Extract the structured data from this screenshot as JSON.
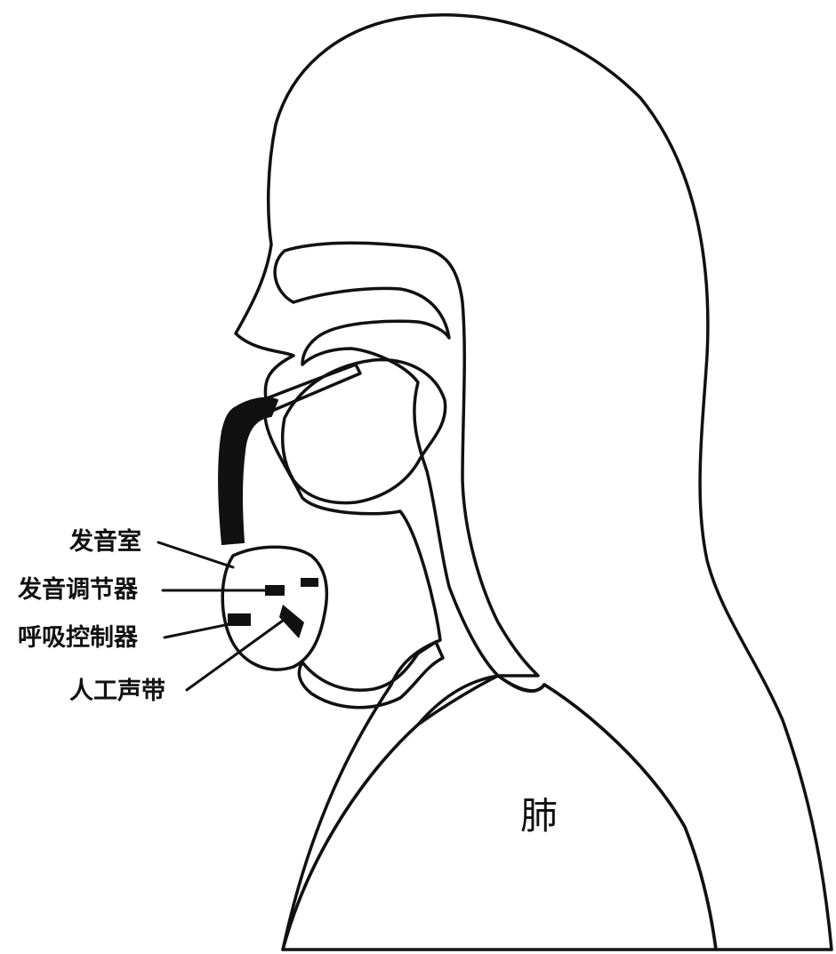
{
  "diagram": {
    "labels": {
      "phonation_chamber": "发音室",
      "phonation_regulator": "发音调节器",
      "respiration_controller": "呼吸控制器",
      "artificial_vocal_cords": "人工声带",
      "lung": "肺"
    },
    "colors": {
      "background": "#ffffff",
      "ink": "#111111"
    }
  }
}
